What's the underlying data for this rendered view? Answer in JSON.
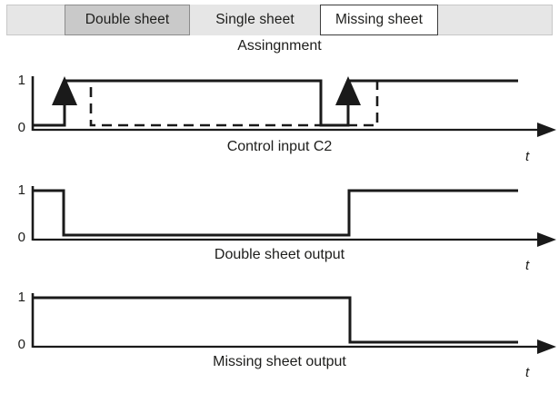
{
  "tabs": {
    "name": "assignment-tab-bar",
    "items": [
      {
        "label": "",
        "style": "empty",
        "x": 0,
        "w": 63
      },
      {
        "label": "Double sheet",
        "style": "selected-strong",
        "x": 63,
        "w": 138
      },
      {
        "label": "Single sheet",
        "style": "selected-plain",
        "x": 201,
        "w": 143
      },
      {
        "label": "Missing sheet",
        "style": "selected-white",
        "x": 344,
        "w": 130
      },
      {
        "label": "",
        "style": "empty",
        "x": 474,
        "w": 127
      }
    ],
    "caption": "Assingnment"
  },
  "charts": [
    {
      "id": "control-input",
      "caption": "Control input C2",
      "y_high_label": "1",
      "y_low_label": "0",
      "t_label": "t",
      "solid_series": {
        "name": "C2 solid",
        "points": [
          [
            35,
            0
          ],
          [
            71,
            0
          ],
          [
            71,
            1
          ],
          [
            353,
            1
          ],
          [
            353,
            0
          ],
          [
            383,
            0
          ],
          [
            383,
            1
          ],
          [
            570,
            1
          ]
        ]
      },
      "dashed_series": {
        "name": "C2 dashed",
        "points": [
          [
            71,
            1
          ],
          [
            100,
            1
          ],
          [
            100,
            0
          ],
          [
            415,
            0
          ],
          [
            415,
            1
          ]
        ]
      },
      "arrows": [
        {
          "name": "rising-edge-arrow-1",
          "x": 71
        },
        {
          "name": "rising-edge-arrow-2",
          "x": 383
        }
      ]
    },
    {
      "id": "double-sheet-output",
      "caption": "Double sheet output",
      "y_high_label": "1",
      "y_low_label": "0",
      "t_label": "t",
      "solid_series": {
        "name": "double sheet output",
        "points": [
          [
            35,
            1
          ],
          [
            70,
            1
          ],
          [
            70,
            0
          ],
          [
            384,
            0
          ],
          [
            384,
            1
          ],
          [
            570,
            1
          ]
        ]
      }
    },
    {
      "id": "missing-sheet-output",
      "caption": "Missing sheet output",
      "y_high_label": "1",
      "y_low_label": "0",
      "t_label": "t",
      "solid_series": {
        "name": "missing sheet output",
        "points": [
          [
            35,
            1
          ],
          [
            385,
            1
          ],
          [
            385,
            0
          ],
          [
            570,
            0
          ]
        ]
      }
    }
  ],
  "chart_data": {
    "type": "line",
    "title": "Assingnment",
    "xlabel": "t",
    "ylabel": "",
    "ylim": [
      0,
      1
    ],
    "yticks": [
      0,
      1
    ],
    "grid": false,
    "legend": "none",
    "zones": [
      "Double sheet",
      "Single sheet",
      "Missing sheet"
    ],
    "subplots": [
      {
        "title": "Control input C2",
        "series": [
          {
            "name": "Control input C2 (solid)",
            "style": "solid",
            "x": [
              35,
              71,
              71,
              353,
              353,
              383,
              383,
              570
            ],
            "values": [
              0,
              0,
              1,
              1,
              0,
              0,
              1,
              1
            ],
            "annotations": [
              "rising edge arrow at t=71",
              "rising edge arrow at t=383"
            ]
          },
          {
            "name": "Control input C2 (dashed)",
            "style": "dashed",
            "x": [
              71,
              100,
              100,
              415,
              415,
              570
            ],
            "values": [
              1,
              1,
              0,
              0,
              1,
              1
            ]
          }
        ]
      },
      {
        "title": "Double sheet output",
        "series": [
          {
            "name": "Double sheet output",
            "style": "solid",
            "x": [
              35,
              70,
              70,
              384,
              384,
              570
            ],
            "values": [
              1,
              1,
              0,
              0,
              1,
              1
            ]
          }
        ]
      },
      {
        "title": "Missing sheet output",
        "series": [
          {
            "name": "Missing sheet output",
            "style": "solid",
            "x": [
              35,
              385,
              385,
              570
            ],
            "values": [
              1,
              1,
              0,
              0
            ]
          }
        ]
      }
    ]
  }
}
